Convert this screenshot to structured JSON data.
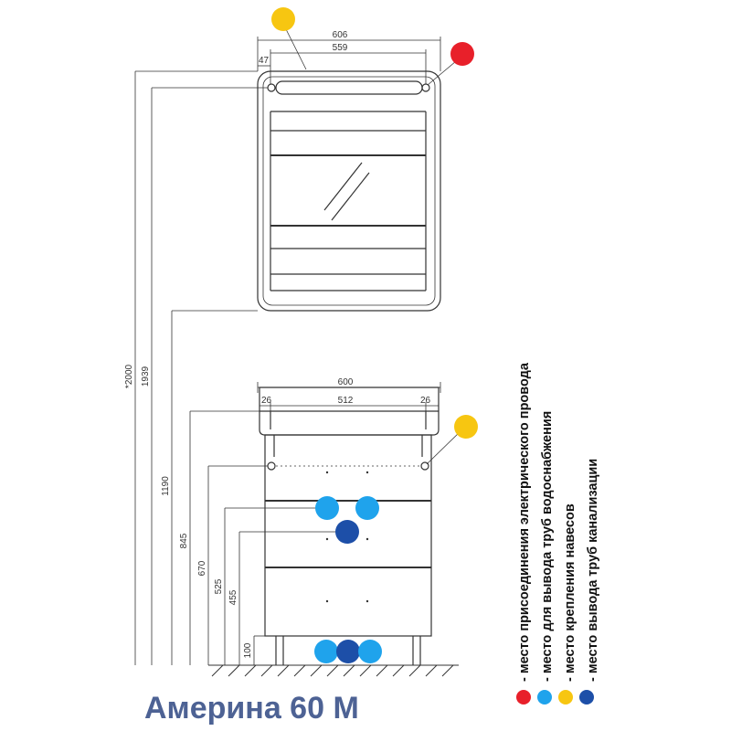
{
  "title": "Америна 60 М",
  "colors": {
    "electric": "#e8202a",
    "water": "#1fa3ec",
    "hanging": "#f7c611",
    "drain": "#1d4fa8",
    "title": "#4d6294"
  },
  "mirror_dims": {
    "width_overall": "606",
    "width_inner": "559",
    "offset": "47"
  },
  "cabinet_dims": {
    "width_overall": "600",
    "width_inner": "512",
    "offset_left": "26",
    "offset_right": "26"
  },
  "heights": {
    "total": "*2000",
    "mirror_top": "1939",
    "mirror_bottom": "1190",
    "cabinet_top": "845",
    "fastening": "670",
    "water_pipes": "525",
    "drain_pipe": "455",
    "legs": "100"
  },
  "legend": [
    {
      "color": "electric",
      "text": "- место присоединения электрического провода"
    },
    {
      "color": "water",
      "text": "- место для вывода труб водоснабжения"
    },
    {
      "color": "hanging",
      "text": "- место крепления навесов"
    },
    {
      "color": "drain",
      "text": "- место вывода труб канализации"
    }
  ]
}
